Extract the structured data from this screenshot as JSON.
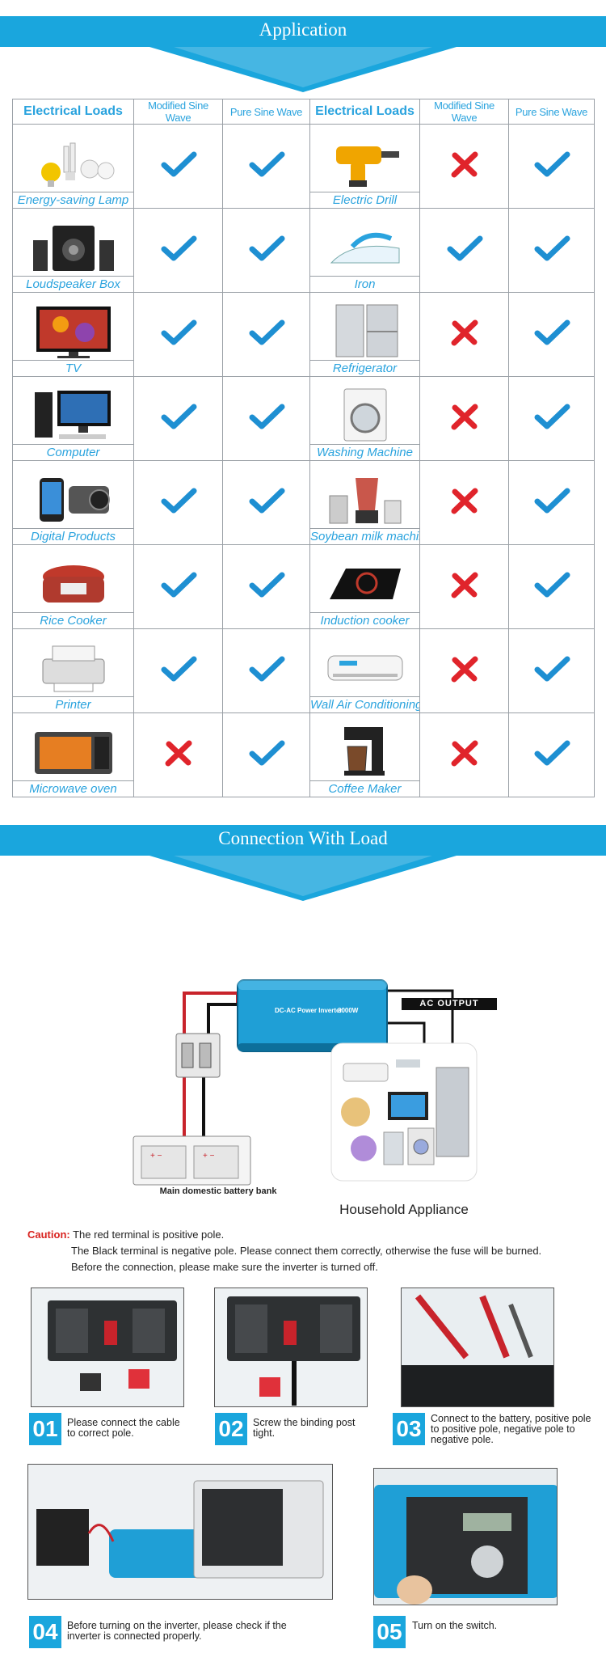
{
  "sections": {
    "application_title": "Application",
    "connection_title": "Connection With Load"
  },
  "table": {
    "headers": [
      "Electrical Loads",
      "Modified Sine Wave",
      "Pure Sine Wave",
      "Electrical Loads",
      "Modified Sine Wave",
      "Pure Sine Wave"
    ],
    "rows": [
      {
        "left": {
          "name": "Energy-saving Lamp",
          "icon": "lamp-icon",
          "msw": "yes",
          "psw": "yes"
        },
        "right": {
          "name": "Electric Drill",
          "icon": "drill-icon",
          "msw": "no",
          "psw": "yes"
        }
      },
      {
        "left": {
          "name": "Loudspeaker  Box",
          "icon": "speaker-icon",
          "msw": "yes",
          "psw": "yes"
        },
        "right": {
          "name": "Iron",
          "icon": "iron-icon",
          "msw": "yes",
          "psw": "yes"
        }
      },
      {
        "left": {
          "name": "TV",
          "icon": "tv-icon",
          "msw": "yes",
          "psw": "yes"
        },
        "right": {
          "name": "Refrigerator",
          "icon": "fridge-icon",
          "msw": "no",
          "psw": "yes"
        }
      },
      {
        "left": {
          "name": "Computer",
          "icon": "computer-icon",
          "msw": "yes",
          "psw": "yes"
        },
        "right": {
          "name": "Washing Machine",
          "icon": "washer-icon",
          "msw": "no",
          "psw": "yes"
        }
      },
      {
        "left": {
          "name": "Digital Products",
          "icon": "camera-icon",
          "msw": "yes",
          "psw": "yes"
        },
        "right": {
          "name": "Soybean milk machine",
          "icon": "blender-icon",
          "msw": "no",
          "psw": "yes"
        }
      },
      {
        "left": {
          "name": "Rice Cooker",
          "icon": "rice-cooker-icon",
          "msw": "yes",
          "psw": "yes"
        },
        "right": {
          "name": "Induction cooker",
          "icon": "induction-icon",
          "msw": "no",
          "psw": "yes"
        }
      },
      {
        "left": {
          "name": "Printer",
          "icon": "printer-icon",
          "msw": "yes",
          "psw": "yes"
        },
        "right": {
          "name": "Wall Air Conditioning",
          "icon": "ac-icon",
          "msw": "no",
          "psw": "yes"
        }
      },
      {
        "left": {
          "name": "Microwave oven",
          "icon": "microwave-icon",
          "msw": "no",
          "psw": "yes"
        },
        "right": {
          "name": "Coffee Maker",
          "icon": "coffee-icon",
          "msw": "no",
          "psw": "yes"
        }
      }
    ]
  },
  "diagram": {
    "inverter_text": "DC-AC Power Inverter",
    "inverter_power": "3000W",
    "ac_output": "AC OUTPUT",
    "battery_label": "Main domestic battery bank",
    "appliance_label": "Household Appliance"
  },
  "caution": {
    "label": "Caution:",
    "line1": "The red terminal is positive pole.",
    "line2": "The Black terminal is negative pole. Please connect them correctly, otherwise the fuse will be burned.",
    "line3": "Before the connection, please make sure the inverter is turned off."
  },
  "steps": [
    {
      "num": "01",
      "text": "Please connect the cable to correct pole."
    },
    {
      "num": "02",
      "text": "Screw the binding post tight."
    },
    {
      "num": "03",
      "text": "Connect to the battery, positive pole to positive pole, negative pole to negative pole."
    },
    {
      "num": "04",
      "text": "Before turning on the inverter, please check if the inverter is connected properly."
    },
    {
      "num": "05",
      "text": "Turn on the switch."
    }
  ],
  "colors": {
    "accent": "#1aa6dd",
    "check": "#1e8fd2",
    "cross": "#e0242b",
    "caution": "#d8221e"
  }
}
